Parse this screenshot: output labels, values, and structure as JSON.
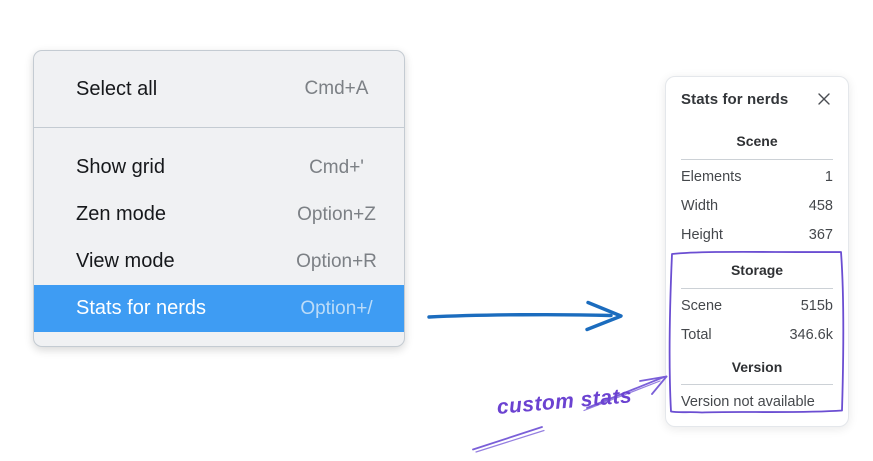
{
  "context_menu": {
    "items": [
      {
        "label": "Select all",
        "shortcut": "Cmd+A",
        "selected": false
      },
      {
        "label": "Show grid",
        "shortcut": "Cmd+'",
        "selected": false
      },
      {
        "label": "Zen mode",
        "shortcut": "Option+Z",
        "selected": false
      },
      {
        "label": "View mode",
        "shortcut": "Option+R",
        "selected": false
      },
      {
        "label": "Stats for nerds",
        "shortcut": "Option+/",
        "selected": true
      }
    ]
  },
  "stats_panel": {
    "title": "Stats for nerds",
    "close_icon": "close-icon",
    "sections": [
      {
        "heading": "Scene",
        "rows": [
          [
            "Elements",
            "1"
          ],
          [
            "Width",
            "458"
          ],
          [
            "Height",
            "367"
          ]
        ]
      },
      {
        "heading": "Storage",
        "rows": [
          [
            "Scene",
            "515b"
          ],
          [
            "Total",
            "346.6k"
          ]
        ]
      },
      {
        "heading": "Version",
        "rows": [],
        "note": "Version not available"
      }
    ]
  },
  "annotation": {
    "label": "custom stats"
  },
  "colors": {
    "menu_highlight": "#3e9cf3",
    "menu_highlight_text": "#ffffff",
    "blue_arrow": "#1b6cbe",
    "annotation_purple": "#6b4ed2"
  }
}
